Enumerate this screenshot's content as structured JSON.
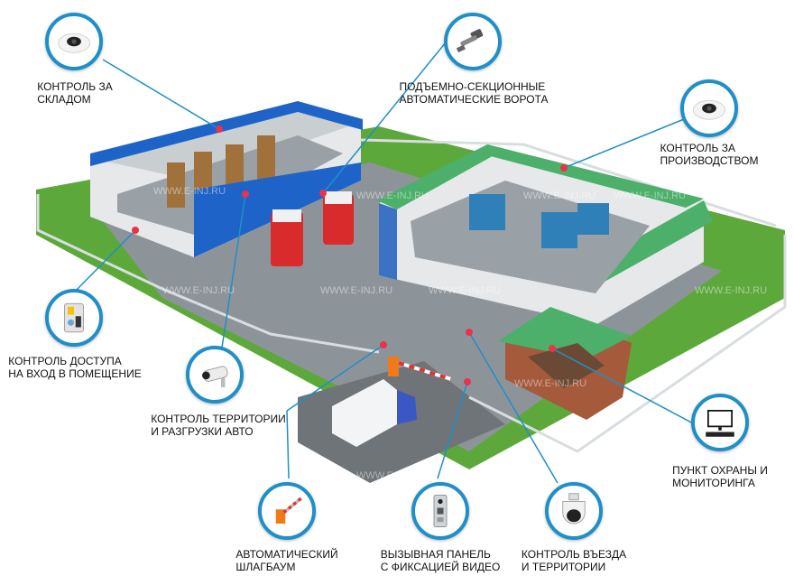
{
  "colors": {
    "callout_border": "#1f8fc7",
    "connector": "#1f8fc7",
    "roof_green": "#4caf6a",
    "warehouse_blue": "#1e63c8",
    "ground": "#8d9499",
    "grass": "#5da83a",
    "marker": "#e8334a"
  },
  "callouts": {
    "warehouse": {
      "icon": "dome-camera-icon",
      "line1": "Контроль за",
      "line2": "складом"
    },
    "gates": {
      "icon": "gate-motor-icon",
      "line1": "Подъемно-секционные",
      "line2": "автоматические ворота"
    },
    "production": {
      "icon": "dome-camera-icon",
      "line1": "Контроль за",
      "line2": "производством"
    },
    "access": {
      "icon": "fingerprint-reader-icon",
      "line1": "Контроль доступа",
      "line2": "на вход в помещение"
    },
    "territory": {
      "icon": "bullet-camera-icon",
      "line1": "Контроль территории",
      "line2": "и разгрузки авто"
    },
    "guard": {
      "icon": "monitor-recorder-icon",
      "line1": "Пункт охраны и",
      "line2": "мониторинга"
    },
    "barrier": {
      "icon": "barrier-arm-icon",
      "line1": "Автоматический",
      "line2": "шлагбаум"
    },
    "intercom": {
      "icon": "intercom-panel-icon",
      "line1": "Вызывная панель",
      "line2": "с фиксацией видео"
    },
    "entry": {
      "icon": "ptz-camera-icon",
      "line1": "Контроль въезда",
      "line2": "и территории"
    }
  },
  "watermark": "WWW.E-INJ.RU"
}
